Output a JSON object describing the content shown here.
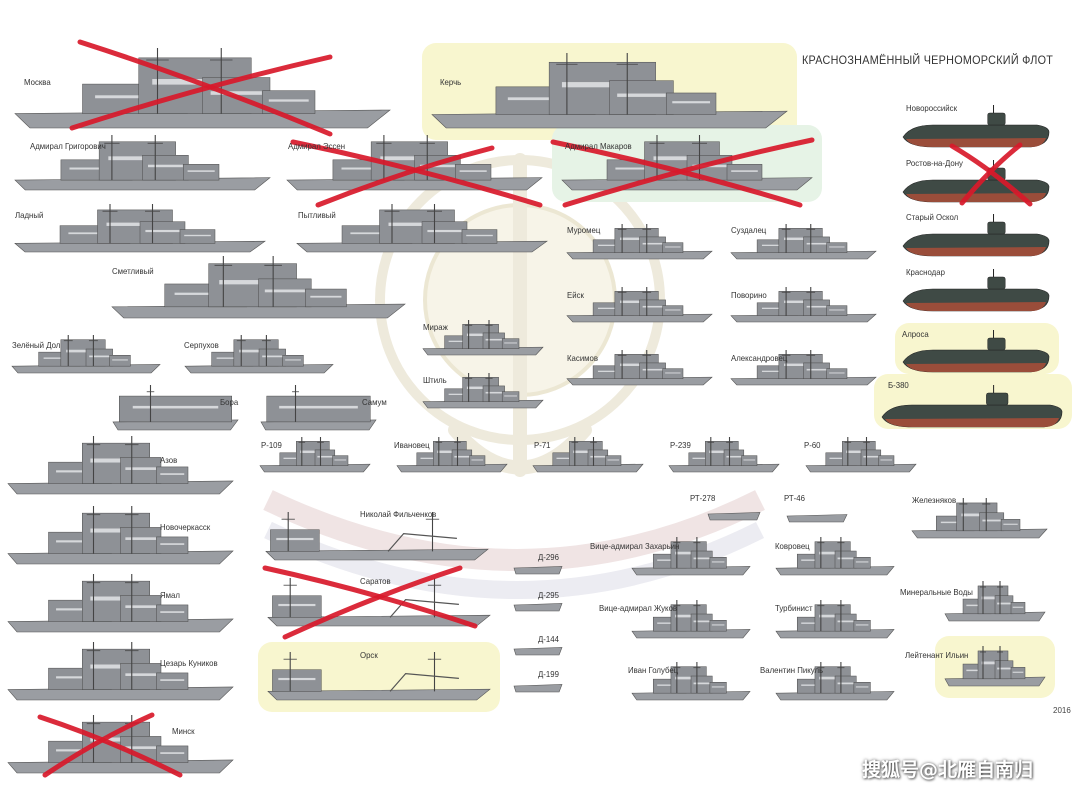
{
  "header": {
    "title": "КРАСНОЗНАМЁННЫЙ ЧЕРНОМОРСКИЙ ФЛОТ",
    "year": "2016"
  },
  "watermark": {
    "text": "搜狐号@北雁自南归"
  },
  "colors": {
    "cross": "#d8192a",
    "highlight": "#f8f6cf",
    "highlight_green": "#e6f3e6",
    "ship_grey": "#8e9196",
    "sub_dark": "#3f4a45",
    "sub_red": "#9a4d3a"
  },
  "surface_ships": [
    {
      "name": "Москва",
      "crossed": true
    },
    {
      "name": "Керчь",
      "crossed": false
    },
    {
      "name": "Адмирал Григорович",
      "crossed": false
    },
    {
      "name": "Адмирал Эссен",
      "crossed": true
    },
    {
      "name": "Адмирал Макаров",
      "crossed": true
    },
    {
      "name": "Ладный",
      "crossed": false
    },
    {
      "name": "Пытливый",
      "crossed": false
    },
    {
      "name": "Сметливый",
      "crossed": false
    },
    {
      "name": "Муромец",
      "crossed": false
    },
    {
      "name": "Суздалец",
      "crossed": false
    },
    {
      "name": "Ейск",
      "crossed": false
    },
    {
      "name": "Поворино",
      "crossed": false
    },
    {
      "name": "Касимов",
      "crossed": false
    },
    {
      "name": "Александровец",
      "crossed": false
    },
    {
      "name": "Мираж",
      "crossed": false
    },
    {
      "name": "Штиль",
      "crossed": false
    },
    {
      "name": "Зелёный Дол",
      "crossed": false
    },
    {
      "name": "Серпухов",
      "crossed": false
    },
    {
      "name": "Бора",
      "crossed": false
    },
    {
      "name": "Самум",
      "crossed": false
    },
    {
      "name": "Азов",
      "crossed": false
    },
    {
      "name": "Новочеркасск",
      "crossed": false
    },
    {
      "name": "Ямал",
      "crossed": false
    },
    {
      "name": "Цезарь Куников",
      "crossed": false
    },
    {
      "name": "Минск",
      "crossed": true
    },
    {
      "name": "Р-109",
      "crossed": false
    },
    {
      "name": "Ивановец",
      "crossed": false
    },
    {
      "name": "Р-71",
      "crossed": false
    },
    {
      "name": "Р-239",
      "crossed": false
    },
    {
      "name": "Р-60",
      "crossed": false
    },
    {
      "name": "Николай Фильченков",
      "crossed": false
    },
    {
      "name": "Саратов",
      "crossed": true
    },
    {
      "name": "Орск",
      "crossed": false
    },
    {
      "name": "Д-296",
      "crossed": false
    },
    {
      "name": "Д-295",
      "crossed": false
    },
    {
      "name": "Д-144",
      "crossed": false
    },
    {
      "name": "Д-199",
      "crossed": false
    },
    {
      "name": "РТ-278",
      "crossed": false
    },
    {
      "name": "РТ-46",
      "crossed": false
    },
    {
      "name": "Вице-адмирал Захарьин",
      "crossed": false
    },
    {
      "name": "Ковровец",
      "crossed": false
    },
    {
      "name": "Вице-адмирал Жуков",
      "crossed": false
    },
    {
      "name": "Турбинист",
      "crossed": false
    },
    {
      "name": "Иван Голубец",
      "crossed": false
    },
    {
      "name": "Валентин Пикуль",
      "crossed": false
    },
    {
      "name": "Железняков",
      "crossed": false
    },
    {
      "name": "Минеральные Воды",
      "crossed": false
    },
    {
      "name": "Лейтенант Ильин",
      "crossed": false
    }
  ],
  "submarines": [
    {
      "name": "Новороссийск",
      "crossed": false
    },
    {
      "name": "Ростов-на-Дону",
      "crossed": true
    },
    {
      "name": "Старый Оскол",
      "crossed": false
    },
    {
      "name": "Краснодар",
      "crossed": false
    },
    {
      "name": "Алроса",
      "crossed": false
    },
    {
      "name": "Б-380",
      "crossed": false
    }
  ]
}
